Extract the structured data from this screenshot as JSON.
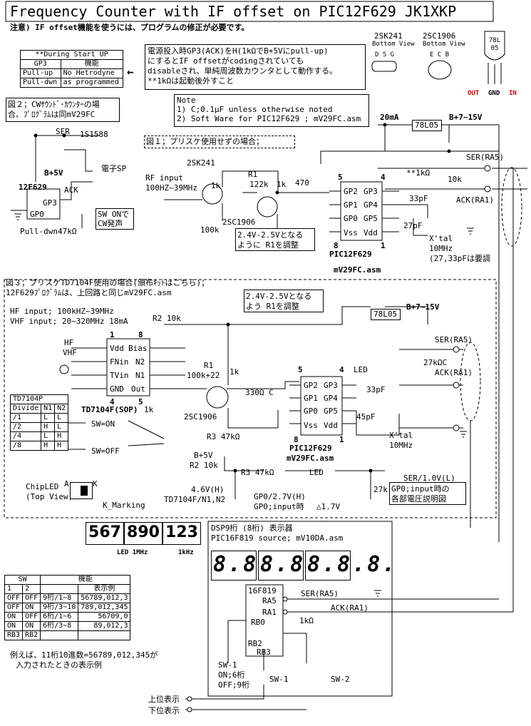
{
  "title": "Frequency Counter with IF offset on PIC12F629   JK1XKP",
  "notice": "注意) IF offset機能を使うには、プログラムの修正が必要です。",
  "packages": {
    "p1_name": "2SK241",
    "p1_view": "Bottom View",
    "p1_pins": "D S G",
    "p2_name": "2SC1906",
    "p2_view": "Bottom View",
    "p2_pins": "E C B",
    "p3_name": "78L 05",
    "out": "OUT",
    "gnd": "GND",
    "in": "IN"
  },
  "startup_table": {
    "header": "**During Start UP",
    "cols": [
      "GP3",
      "機能"
    ],
    "rows": [
      [
        "Pull-up",
        "No Hetrodyne"
      ],
      [
        "Pull-dwn",
        "as programmed"
      ]
    ]
  },
  "startup_note": [
    "電源投入時GP3(ACK)をH(1kΩでB+5Vにpull-up)",
    "にするとIF offsetがcodingされていても",
    "disableされ、単純周波数カウンタとして動作する。",
    "**1kΩは起動後外すこと"
  ],
  "notes": [
    "Note",
    "1) C;0.1μF   unless otherwise noted",
    "2) Soft Ware for PIC12F629 ; mV29FC.asm"
  ],
  "fig2": {
    "title": [
      "図２；CWｻｳﾝﾄﾞ･ｶｳﾝﾀｰの場",
      "合、ﾌﾟﾛｸﾞﾗﾑは同mV29FC"
    ],
    "labels": {
      "ser": "SER",
      "diode": "1S1588",
      "sp": "電子SP",
      "bplus": "B+5V",
      "ic": "12F629",
      "ack": "ACK",
      "gp3": "GP3",
      "gp0": "GP0",
      "pulldwn": "Pull-dwn47kΩ",
      "sw": [
        "SW ONで",
        "CW発声"
      ]
    }
  },
  "fig1": {
    "title": "図１；プリスケ使用せずの場合；",
    "labels": {
      "fet": "2SK241",
      "rfin": [
        "RF input",
        "100HZ~39MHz"
      ],
      "r1k": "1k",
      "r100k": "100k",
      "r1": "R1",
      "r122k": "122k",
      "r1k2": "1k",
      "r470": "470",
      "tr": "2SC1906",
      "adj": [
        "2.4V-2.5Vとなる",
        "ように R1を調整"
      ],
      "pin5": "5",
      "pin4": "4",
      "pin8": "8",
      "pin1": "1",
      "gp2": "GP2",
      "gp1": "GP1",
      "gp0": "GP0",
      "vss": "Vss",
      "gp3": "GP3",
      "gp4": "GP4",
      "gp5": "GP5",
      "vdd": "Vdd",
      "star": "**1kΩ",
      "c33": "33pF",
      "c27": "27pF",
      "xtal": [
        "X'tal",
        "10MHz",
        "(27,33pFは要調"
      ],
      "ic": "PIC12F629",
      "asm": "mV29FC.asm",
      "c20ma": "20mA",
      "reg": "78L05",
      "bplus": "B+7~15V",
      "ser": "SER(RA5)",
      "r10k": "10k",
      "ack": "ACK(RA1)"
    }
  },
  "fig3": {
    "title": [
      "図３；プリスケTD7104F使用の場合(頒布ｷｯﾄはこちら)；",
      "12F629ﾌﾟﾛｸﾞﾗﾑは、上回路と同じmV29FC.asm"
    ],
    "labels": {
      "hf": "HF input; 100kHZ~39MHz",
      "vhf": "VHF input; 20~320MHz 18mA",
      "hfl": "HF",
      "vhfl": "VHF",
      "r2": "R2  10k",
      "p1": "1",
      "p8": "8",
      "vdd": "Vdd",
      "bias": "Bias",
      "fnin": "FNin",
      "n2": "N2",
      "tvin": "TVin",
      "n1": "N1",
      "gnd": "GND",
      "out": "Out",
      "p4": "4",
      "p5": "5",
      "chip": "TD7104F(SOP)",
      "r1k": "1k",
      "r1": "R1",
      "r100k": "100k+22",
      "r1k2": "1k",
      "tr": "2SC1906",
      "r330": "330Ω C",
      "r3": "R3  47kΩ",
      "adj": [
        "2.4V-2.5Vとなる",
        "よう R1を調整"
      ],
      "reg": "78L05",
      "bplus": "B+7~15V",
      "led": "LED",
      "ser": "SER(RA5)",
      "r27k": "27kΩC",
      "ack": "ACK(RA1)",
      "pin5": "5",
      "pin4": "4",
      "pin8": "8",
      "pin1": "1",
      "gp2": "GP2",
      "gp1": "GP1",
      "gp0": "GP0",
      "vss": "Vss",
      "gp3": "GP3",
      "gp4": "GP4",
      "gp5": "GP5",
      "c33": "33pF",
      "c45": "45pF",
      "xtal": [
        "X'tal",
        "10MHz"
      ],
      "ic": "PIC12F629",
      "asm": "mV29FC.asm",
      "swon": "SW=ON",
      "swoff": "SW=OFF",
      "b5": "B+5V",
      "r2b": "R2  10k",
      "r3b": "R3  47kΩ",
      "ledb": "LED",
      "ser2": "SER/1.0V(L)",
      "v46": [
        "4.6V(H)",
        "TD7104F/N1,N2"
      ],
      "gp0v": [
        "GP0/2.7V(H)",
        "GP0;input時"
      ],
      "v17": "△1.7V",
      "r27k2": "27k",
      "gpnote": [
        "GP0;input時の",
        "各部電圧説明図"
      ],
      "chipled": [
        "ChipLED",
        "(Top View)"
      ],
      "a": "A",
      "k": "K",
      "kmark": "K_Marking"
    }
  },
  "divide_table": {
    "header": "TD7104P",
    "cols": [
      "Divide",
      "N1",
      "N2"
    ],
    "rows": [
      [
        "/1",
        "L",
        "L"
      ],
      [
        "/2",
        "H",
        "L"
      ],
      [
        "/4",
        "L",
        "H"
      ],
      [
        "/8",
        "H",
        "H"
      ]
    ]
  },
  "led_display": {
    "digits": [
      "567",
      "890",
      "123"
    ],
    "mhz": "LED 1MHz",
    "khz": "1kHz"
  },
  "dsp": {
    "title": [
      "DSP9桁 (8桁) 表示器",
      "PIC16F819  source; mV10DA.asm"
    ],
    "digits": [
      "8.8.8.",
      "8.8.8.",
      "8.8.8."
    ],
    "ic": "16F819",
    "ra5": "RA5",
    "ra1": "RA1",
    "rb0": "RB0",
    "rb2": "RB2",
    "rb3": "RB3",
    "ser": "SER(RA5)",
    "ack": "ACK(RA1)",
    "r1k": "1kΩ",
    "sw1": [
      "SW-1",
      "ON;6桁",
      "OFF;9桁"
    ],
    "sw1b": "SW-1",
    "sw2": "SW-2",
    "upper": "上位表示",
    "lower": "下位表示"
  },
  "sw_table": {
    "cols": [
      "SW",
      "機能"
    ],
    "sub": [
      "1",
      "2",
      "",
      "表示例"
    ],
    "rows": [
      [
        "OFF",
        "OFF",
        "9桁/1~8",
        "56789,012,3"
      ],
      [
        "OFF",
        "ON",
        "9桁/3~10",
        "789,012,345"
      ],
      [
        "ON",
        "OFF",
        "6桁/1~6",
        "56709,0"
      ],
      [
        "ON",
        "ON",
        "6桁/3~8",
        "89,012,3"
      ],
      [
        "RB3",
        "RB2",
        "",
        ""
      ]
    ]
  },
  "example_note": [
    "例えば、11桁10進数=56789,012,345が",
    "入力されたときの表示例"
  ]
}
